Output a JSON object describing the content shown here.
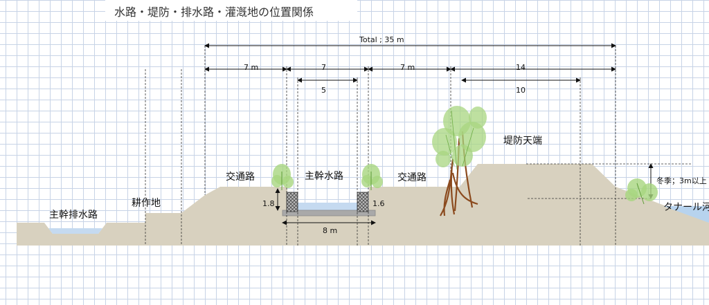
{
  "title": "水路・堤防・排水路・灌漑地の位置関係",
  "dimensions": {
    "total": "Total ; 35 m",
    "road_left": "7 m",
    "canal_outer": "7",
    "road_right": "7 m",
    "levee_outer": "14",
    "canal_inner": "5",
    "levee_inner": "10",
    "canal_base": "8 m",
    "height_left": "1.8",
    "height_right": "1.6",
    "winter_height": "冬季；3m以上"
  },
  "labels": {
    "main_drain": "主幹排水路",
    "farmland": "耕作地",
    "road_left": "交通路",
    "main_canal": "主幹水路",
    "road_right": "交通路",
    "levee_crest": "堤防天端",
    "river": "タナール河"
  },
  "colors": {
    "ground": "#d8d1bf",
    "water": "#c5daf0",
    "river_water": "#b7d3ee",
    "grid": "#c7d3e6",
    "tree_trunk": "#8b4a1e",
    "foliage": "#a8d680",
    "gabion": "#7f7f7f"
  },
  "icons": {
    "gabion": "crosshatch-gabion-block",
    "tree": "tree-icon",
    "shrub": "shrub-icon"
  }
}
